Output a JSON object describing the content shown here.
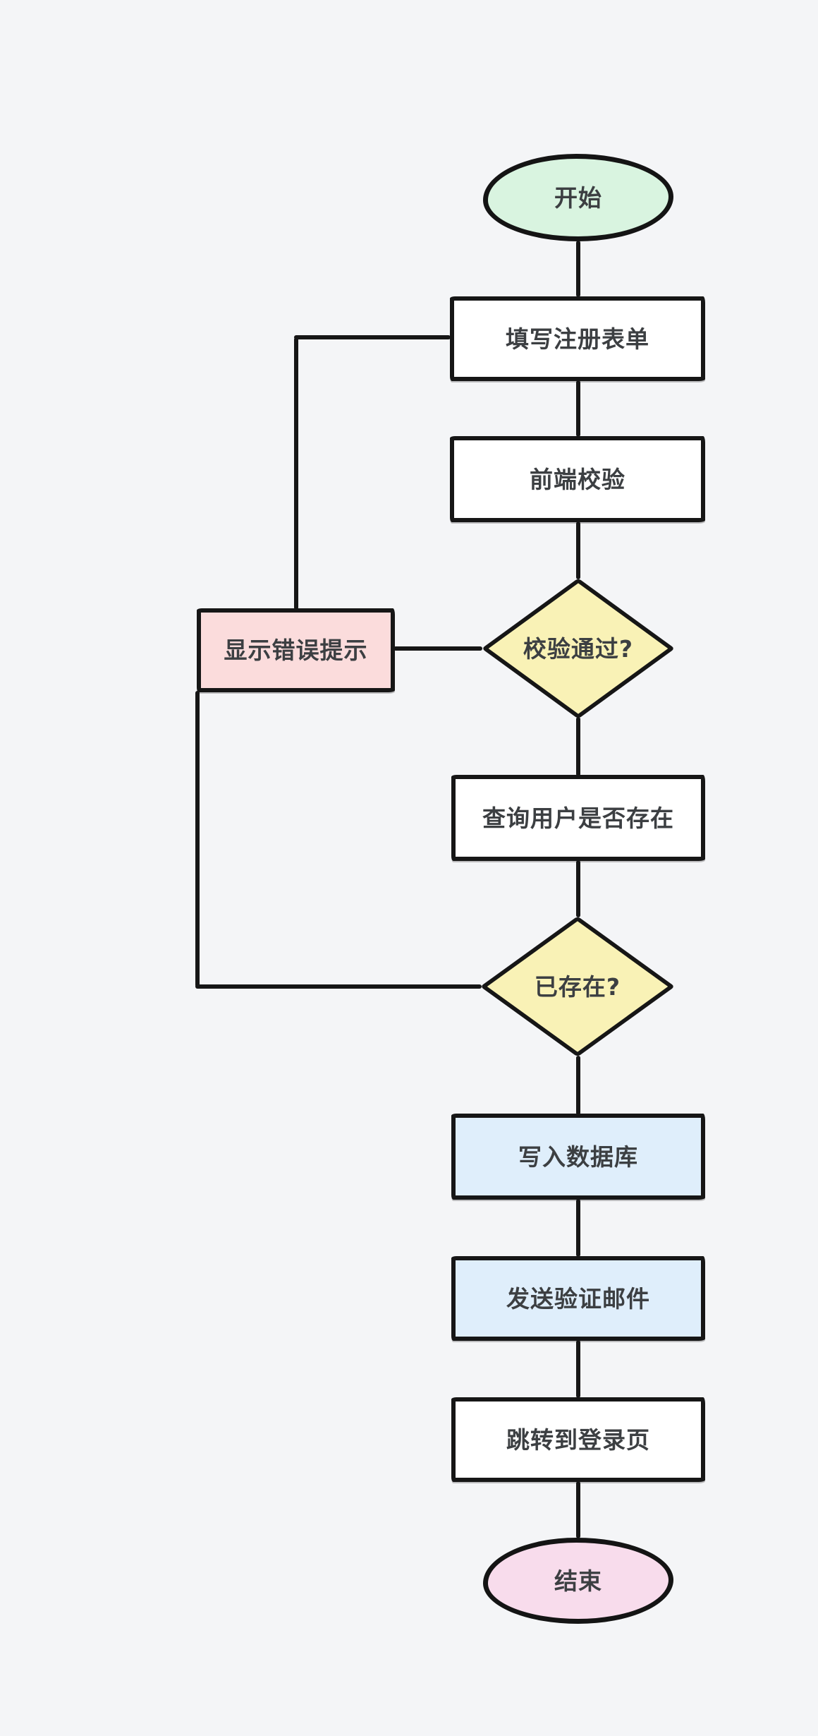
{
  "canvas": {
    "bg": "#f4f5f7",
    "stroke_color": "#161616",
    "text_color": "#3c3f42"
  },
  "nodes": {
    "start": {
      "type": "ellipse",
      "label": "开始",
      "fill": "#d9f4e0"
    },
    "fill_form": {
      "type": "process",
      "label": "填写注册表单",
      "fill": "#ffffff"
    },
    "frontend_validation": {
      "type": "process",
      "label": "前端校验",
      "fill": "#ffffff"
    },
    "validation_passed": {
      "type": "decision",
      "label": "校验通过?",
      "fill": "#f9f2b6"
    },
    "show_error": {
      "type": "process",
      "label": "显示错误提示",
      "fill": "#fbdcdc"
    },
    "query_user": {
      "type": "process",
      "label": "查询用户是否存在",
      "fill": "#ffffff"
    },
    "user_exists": {
      "type": "decision",
      "label": "已存在?",
      "fill": "#f9f2b6"
    },
    "write_db": {
      "type": "process",
      "label": "写入数据库",
      "fill": "#dfeefb"
    },
    "send_email": {
      "type": "process",
      "label": "发送验证邮件",
      "fill": "#dfeefb"
    },
    "goto_login": {
      "type": "process",
      "label": "跳转到登录页",
      "fill": "#ffffff"
    },
    "end": {
      "type": "ellipse",
      "label": "结束",
      "fill": "#f8dcec"
    }
  },
  "edges": [
    {
      "from": "start",
      "to": "fill_form"
    },
    {
      "from": "fill_form",
      "to": "frontend_validation"
    },
    {
      "from": "frontend_validation",
      "to": "validation_passed"
    },
    {
      "from": "validation_passed",
      "to": "show_error"
    },
    {
      "from": "show_error",
      "to": "fill_form"
    },
    {
      "from": "validation_passed",
      "to": "query_user"
    },
    {
      "from": "query_user",
      "to": "user_exists"
    },
    {
      "from": "user_exists",
      "to": "show_error"
    },
    {
      "from": "user_exists",
      "to": "write_db"
    },
    {
      "from": "write_db",
      "to": "send_email"
    },
    {
      "from": "send_email",
      "to": "goto_login"
    },
    {
      "from": "goto_login",
      "to": "end"
    }
  ]
}
